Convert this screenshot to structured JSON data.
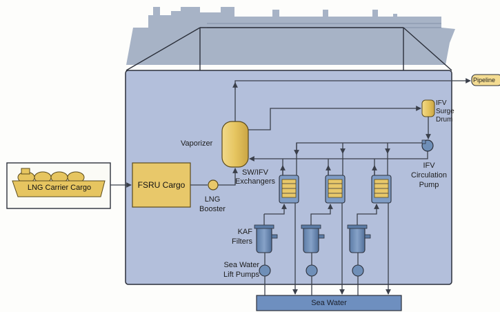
{
  "labels": {
    "pipeline": "Pipeline",
    "ifv_surge_drum": [
      "IFV",
      "Surge",
      "Drum"
    ],
    "vaporizer": "Vaporizer",
    "ifv_circulation_pump": [
      "IFV",
      "Circulation",
      "Pump"
    ],
    "lng_carrier_cargo": "LNG Carrier Cargo",
    "fsru_cargo": "FSRU Cargo",
    "sw_ifv_exchangers": [
      "SW/IFV",
      "Exchangers"
    ],
    "lng_booster": [
      "LNG",
      "Booster"
    ],
    "kaf_filters": [
      "KAF",
      "Filters"
    ],
    "sea_water_lift_pumps": [
      "Sea Water",
      "Lift Pumps"
    ],
    "sea_water": "Sea Water"
  },
  "colors": {
    "ship": "#a7b3c6",
    "panel": "#b3bfdb",
    "panel_border": "#2b2f3a",
    "tank_gold": "#e8c86a",
    "equipment_blue": "#6f8fb8",
    "sea_water_bar": "#6e8fbf",
    "line": "#3a3f4a"
  }
}
